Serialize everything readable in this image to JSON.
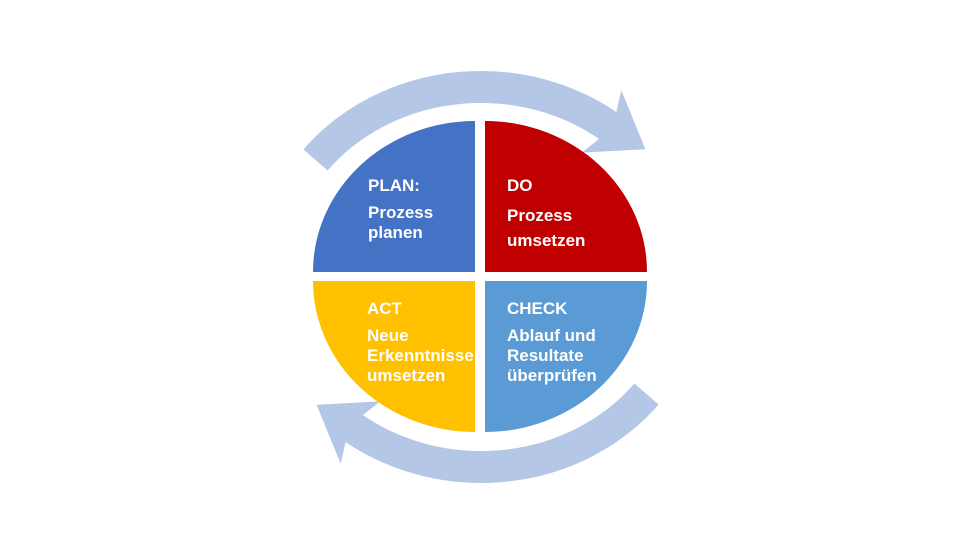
{
  "diagram": {
    "background_color": "#FFFFFF",
    "text_color": "#FFFFFF",
    "arrow_color": "#B4C7E7",
    "icons": {
      "top_arrow": "clockwise-curved-arrow-icon",
      "bottom_arrow": "counterclockwise-curved-arrow-icon"
    },
    "quadrants": [
      {
        "id": "plan",
        "title": "PLAN:",
        "body": "Prozess\nplanen",
        "color": "#4472C4"
      },
      {
        "id": "do",
        "title": "DO",
        "body": "Prozess\numsetzen",
        "color": "#C00000"
      },
      {
        "id": "act",
        "title": "ACT",
        "body": "Neue\nErkenntnisse\numsetzen",
        "color": "#FFC000"
      },
      {
        "id": "check",
        "title": "CHECK",
        "body": "Ablauf und\nResultate\nüberprüfen",
        "color": "#5B9BD5"
      }
    ]
  }
}
